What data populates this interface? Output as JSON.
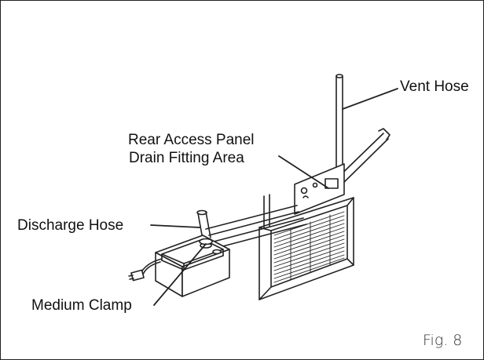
{
  "labels": {
    "vent_hose": "Vent Hose",
    "rear_panel_line1": "Rear Access Panel",
    "rear_panel_line2": "Drain Fitting Area",
    "discharge_hose": "Discharge Hose",
    "medium_clamp": "Medium Clamp"
  },
  "figure": {
    "caption": "Fig. 8"
  }
}
